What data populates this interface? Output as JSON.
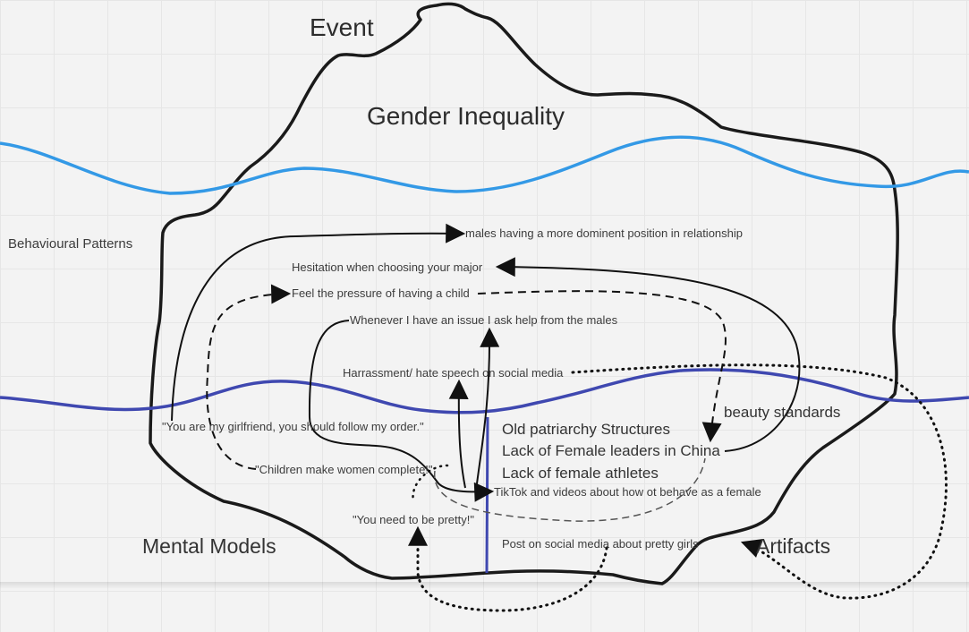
{
  "colors": {
    "outline": "#1a1a1a",
    "waterline_top": "#3399e6",
    "waterline_bottom": "#3f48b0",
    "vertical_link": "#3f48b0"
  },
  "layers": {
    "event": "Event",
    "behavioural_patterns": "Behavioural Patterns",
    "mental_models": "Mental Models",
    "artifacts": "Artifacts"
  },
  "topic": "Gender Inequality",
  "patterns": {
    "dominant_position": "males having a more dominent position in relationship",
    "hesitation_major": "Hesitation when choosing your major",
    "pressure_child": "Feel the pressure of having a child",
    "ask_males": "Whenever I have an issue I ask help from the males",
    "harassment": "Harrassment/ hate speech on social media"
  },
  "structures": {
    "beauty_standards": "beauty standards",
    "patriarchy": "Old patriarchy Structures",
    "female_leaders": "Lack of Female leaders in China",
    "female_athletes": "Lack of female athletes"
  },
  "mental_models": {
    "girlfriend": "\"You are my girlfriend, you should follow my order.\"",
    "children": "\"Children make women complete!\"",
    "pretty": "\"You need to be pretty!\""
  },
  "artifacts": {
    "tiktok": "TikTok and videos about how ot behave as a female",
    "pretty_girls": "Post on social media about pretty girls"
  }
}
